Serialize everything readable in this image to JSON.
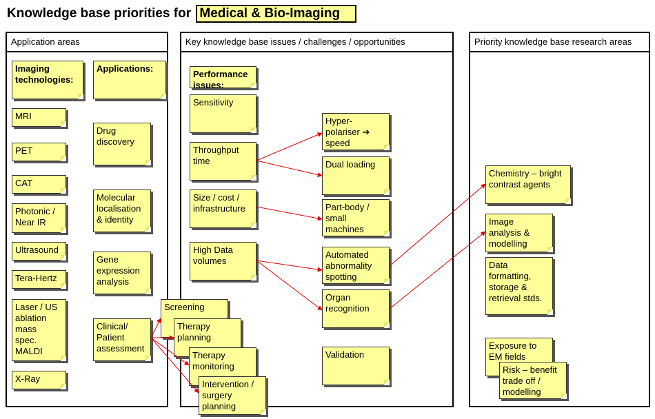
{
  "title": {
    "prefix": "Knowledge base priorities for",
    "highlight": "Medical & Bio-Imaging"
  },
  "panels": {
    "left": "Application areas",
    "middle": "Key knowledge base issues / challenges / opportunities",
    "right": "Priority knowledge base research areas"
  },
  "left": {
    "imaging_header": "Imaging\ntechnologies:",
    "applications_header": "Applications:",
    "technologies": [
      "MRI",
      "PET",
      "CAT",
      "Photonic /\nNear IR",
      "Ultrasound",
      "Tera-Hertz",
      "Laser / US\nablation\nmass\nspec.\nMALDI",
      "X-Ray"
    ],
    "applications": [
      "Drug\ndiscovery",
      "Molecular\nlocalisation\n& identity",
      "Gene\nexpression\nanalysis",
      "Clinical/\nPatient\nassessment"
    ]
  },
  "clinical_outcomes": [
    "Screening",
    "Therapy\nplanning",
    "Therapy\nmonitoring",
    "Intervention /\nsurgery\nplanning"
  ],
  "middle": {
    "performance_header": "Performance\nissues:",
    "issues": [
      "Sensitivity",
      "Throughput\ntime",
      "Size / cost /\ninfrastructure",
      "High Data\nvolumes"
    ],
    "opportunities": [
      "Hyper-\npolariser ➔\nspeed",
      "Dual loading",
      "Part-body /\nsmall\nmachines",
      "Automated\nabnormality\nspotting",
      "Organ\nrecognition",
      "Validation"
    ]
  },
  "right": {
    "research": [
      "Chemistry – bright\ncontrast agents",
      "Image\nanalysis &\nmodelling",
      "Data\nformatting,\nstorage &\nretrieval stds.",
      "Exposure to\nEM fields",
      "Risk – benefit\ntrade off /\nmodelling"
    ]
  },
  "colors": {
    "note": "#ffff99",
    "arrow": "#e00000"
  }
}
